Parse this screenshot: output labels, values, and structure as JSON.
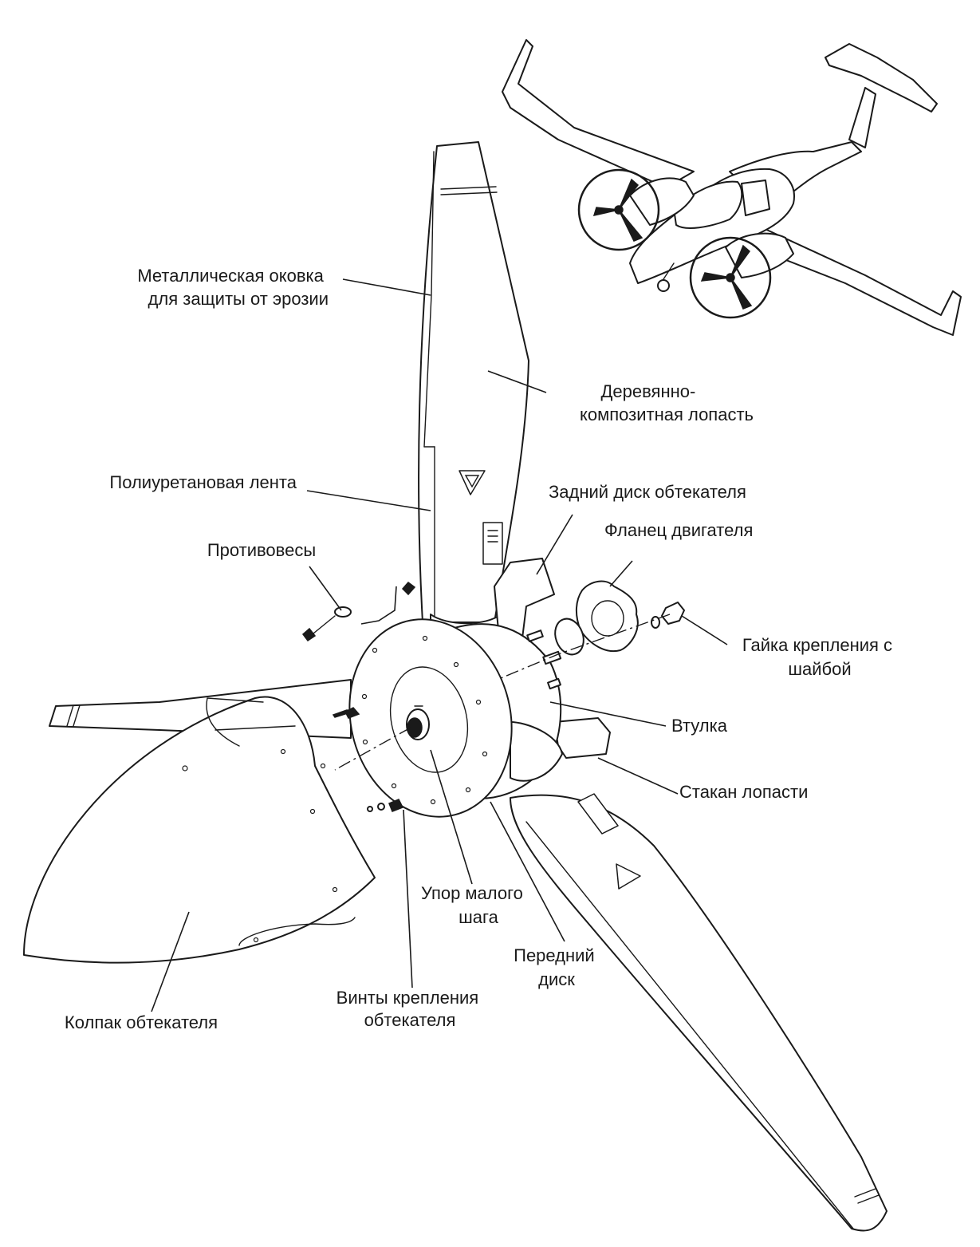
{
  "labels": {
    "metal_edge": [
      "Металлическая оковка",
      "для защиты от эрозии"
    ],
    "wood_blade": [
      "Деревянно-",
      "композитная лопасть"
    ],
    "pu_tape": [
      "Полиуретановая лента"
    ],
    "rear_disc": [
      "Задний диск обтекателя"
    ],
    "counterweights": [
      "Противовесы"
    ],
    "engine_flange": [
      "Фланец двигателя"
    ],
    "nut_washer": [
      "Гайка крепления с",
      "шайбой"
    ],
    "hub": [
      "Втулка"
    ],
    "blade_cup": [
      "Стакан лопасти"
    ],
    "low_pitch_stop": [
      "Упор малого",
      "шага"
    ],
    "front_disc": [
      "Передний",
      "диск"
    ],
    "spinner_screws": [
      "Винты крепления",
      "обтекателя"
    ],
    "spinner_cap": [
      "Колпак обтекателя"
    ]
  }
}
